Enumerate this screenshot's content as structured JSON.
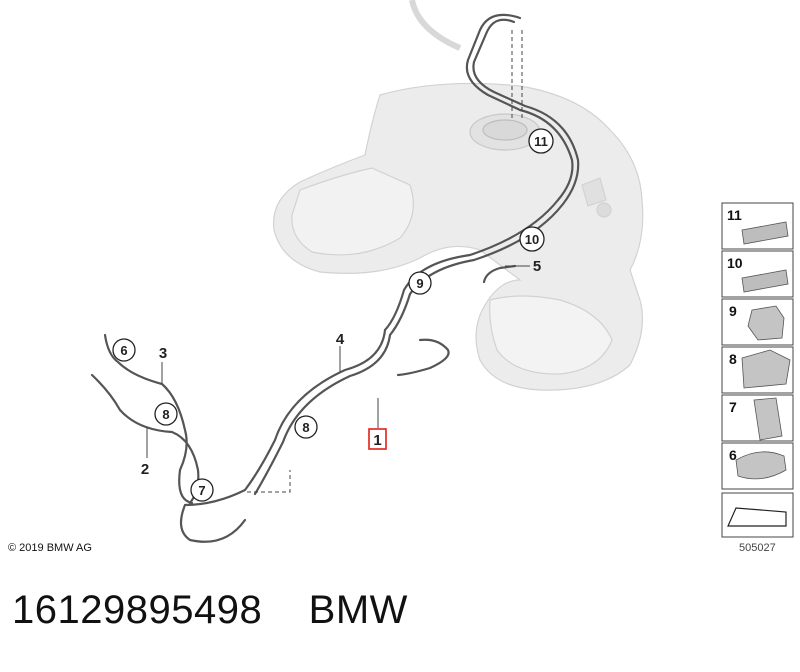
{
  "diagram": {
    "copyright": "© 2019 BMW AG",
    "diagram_id": "505027",
    "callouts": {
      "c6": "6",
      "c3": "3",
      "c8a": "8",
      "c2": "2",
      "c7": "7",
      "c4": "4",
      "c8b": "8",
      "c1": "1",
      "c9": "9",
      "c5": "5",
      "c10": "10",
      "c11": "11"
    },
    "side_panel": [
      "11",
      "10",
      "9",
      "8",
      "7",
      "6"
    ]
  },
  "part_number": "16129895498",
  "brand": "BMW",
  "colors": {
    "highlight": "#e0201b",
    "line": "#555555",
    "tank": "#e9e9e9"
  }
}
